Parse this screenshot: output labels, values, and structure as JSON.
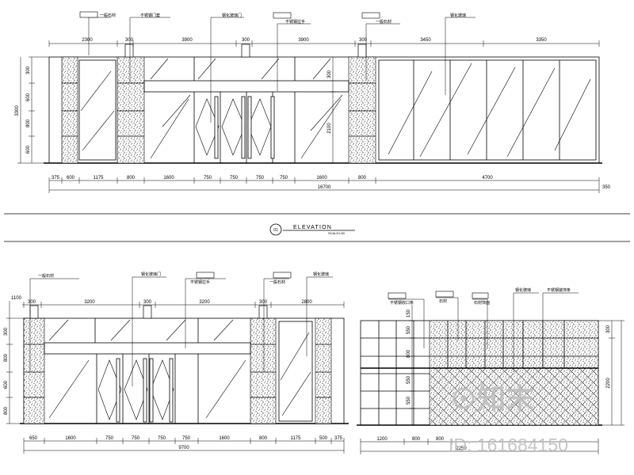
{
  "title_block": {
    "number": "01",
    "title": "ELEVATION",
    "scale": "SCALE1:50"
  },
  "elevation_1": {
    "top_dims": [
      "2300",
      "300",
      "3900",
      "300",
      "3900",
      "300",
      "3450",
      "3350"
    ],
    "bottom_dims": [
      "375",
      "600",
      "1175",
      "800",
      "1600",
      "750",
      "750",
      "750",
      "750",
      "1600",
      "800",
      "4700"
    ],
    "total": "16700",
    "end_dim": "350",
    "left_dims": [
      "300",
      "600",
      "800",
      "600"
    ],
    "left_total": "3300",
    "right_dims": [
      "300",
      "2100"
    ],
    "callouts": [
      "一般石材",
      "不锈钢门套",
      "钢化玻璃门",
      "不锈钢拉手",
      "一般石材",
      "钢化玻璃"
    ]
  },
  "elevation_2": {
    "top_dims": [
      "300",
      "3200",
      "300",
      "3200",
      "300",
      "2800"
    ],
    "bottom_dims": [
      "650",
      "1600",
      "750",
      "750",
      "750",
      "750",
      "1600",
      "800",
      "1175",
      "500",
      "375"
    ],
    "total": "9700",
    "left_top": "1100",
    "left_dims": [
      "300",
      "800",
      "600",
      "800"
    ],
    "callouts": [
      "一般石材",
      "钢化玻璃门",
      "不锈钢拉手",
      "一般石材",
      "钢化玻璃"
    ]
  },
  "elevation_3": {
    "bottom_dims": [
      "1200",
      "800",
      "800"
    ],
    "total": "2250",
    "left_dims": [
      "150",
      "550",
      "800",
      "550",
      "550"
    ],
    "right_dims": [
      "300",
      "2200"
    ],
    "callouts": [
      "不锈钢收口条",
      "石材",
      "石材饰面",
      "钢化玻璃",
      "不锈钢装饰条"
    ]
  },
  "watermark": {
    "logo_text": "知末",
    "id_text": "ID: 161684150"
  }
}
